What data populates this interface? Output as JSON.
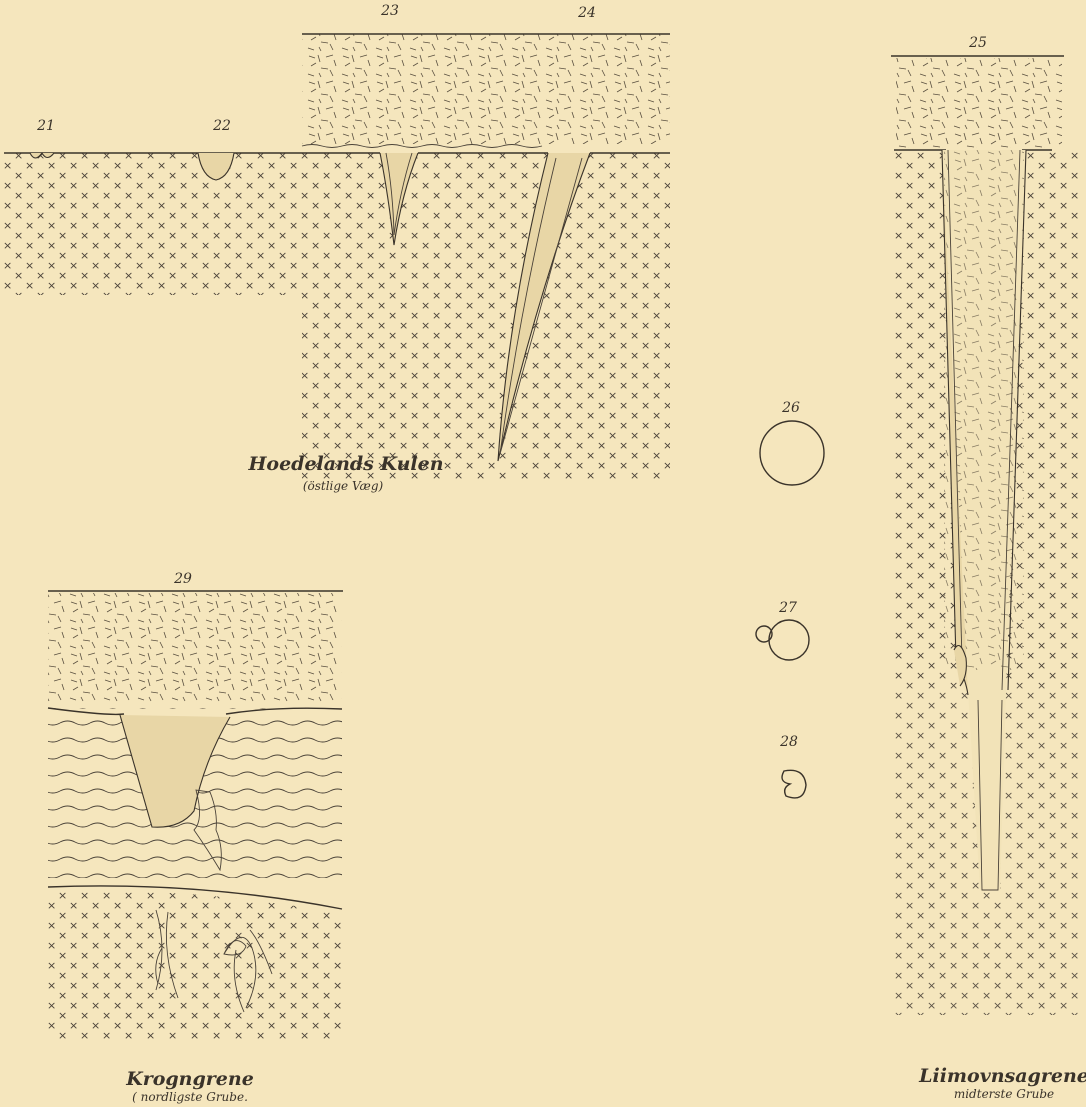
{
  "plate": {
    "figure_numbers": {
      "f21": "21",
      "f22": "22",
      "f23": "23",
      "f24": "24",
      "f25": "25",
      "f26": "26",
      "f27": "27",
      "f28": "28",
      "f29": "29"
    },
    "captions": {
      "hoedelands": {
        "title": "Hoedelands Kulen",
        "subtitle": "(östlige Væg)"
      },
      "krognæsgrene": {
        "title": "Krogngrene",
        "subtitle": "( nordligste Grube."
      },
      "liimovnsagrene": {
        "title": "Liimovnsagrene",
        "subtitle": "midterste Grube"
      }
    }
  }
}
